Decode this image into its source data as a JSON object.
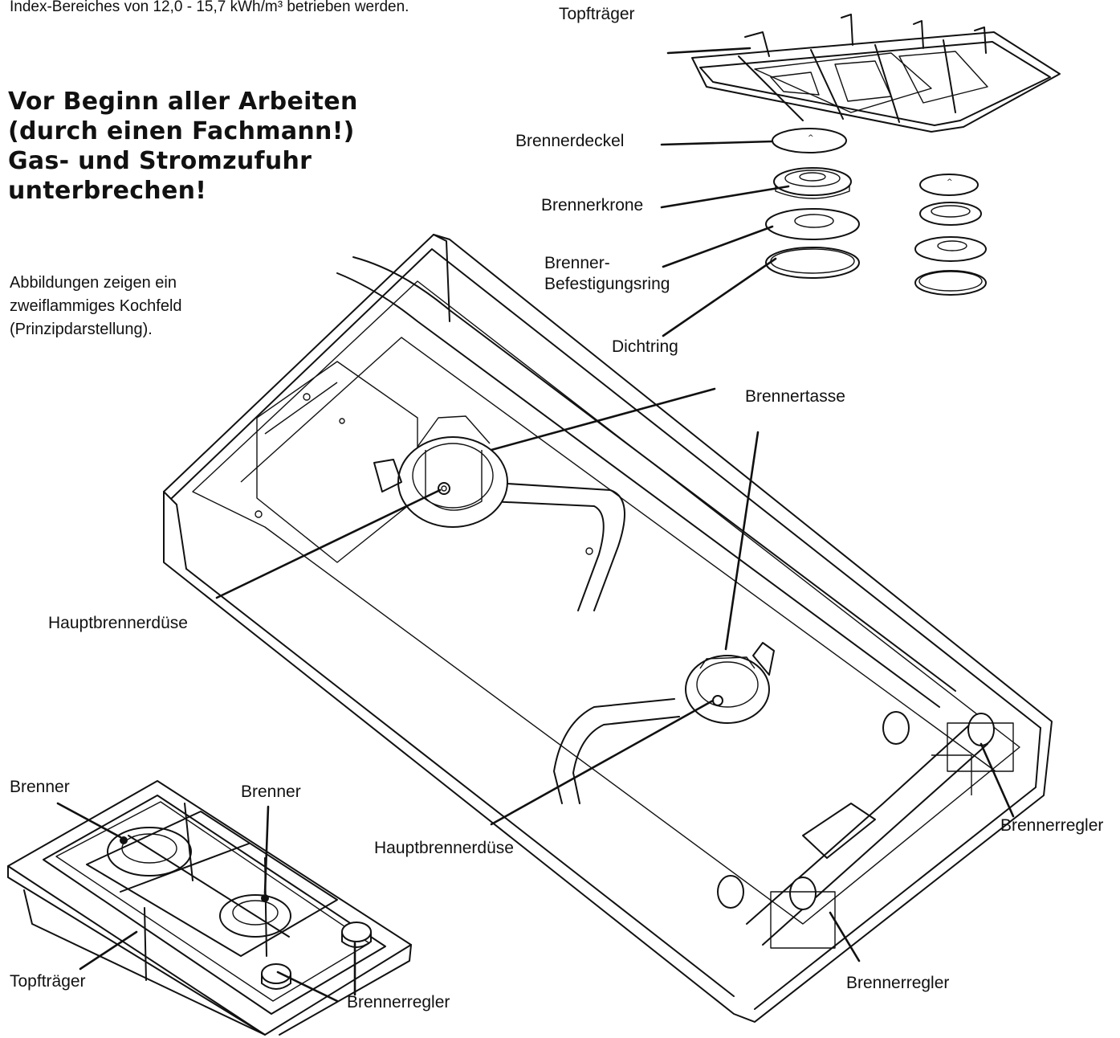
{
  "header_note": "Index-Bereiches von 12,0 - 15,7 kWh/m³ betrieben werden.",
  "warning": {
    "line1": "Vor Beginn aller Arbeiten",
    "line2": "(durch einen Fachmann!)",
    "line3": "Gas- und Stromzufuhr",
    "line4": "unterbrechen!"
  },
  "caption": {
    "line1": "Abbildungen zeigen ein",
    "line2": "zweiflammiges Kochfeld",
    "line3": "(Prinzipdarstellung)."
  },
  "labels": {
    "topftraeger_top": "Topfträger",
    "brennerdeckel": "Brennerdeckel",
    "brennerkrone": "Brennerkrone",
    "befestigungsring_1": "Brenner-",
    "befestigungsring_2": "Befestigungsring",
    "dichtring": "Dichtring",
    "brennertasse": "Brennertasse",
    "hauptbrennerduese_1": "Hauptbrennerdüse",
    "hauptbrennerduese_2": "Hauptbrennerdüse",
    "brennerregler_1": "Brennerregler",
    "brennerregler_2": "Brennerregler",
    "brenner_1": "Brenner",
    "brenner_2": "Brenner",
    "topftraeger_bottom": "Topfträger",
    "brennerregler_3": "Brennerregler"
  }
}
